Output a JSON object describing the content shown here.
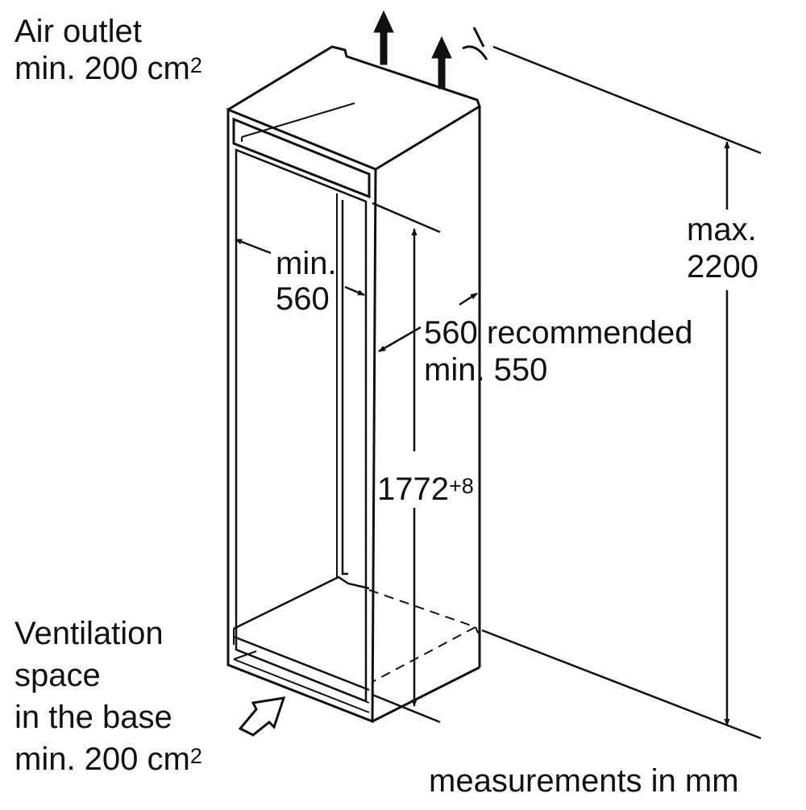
{
  "air_outlet": {
    "line1": "Air outlet",
    "line2": "min. 200 cm",
    "sup": "2"
  },
  "ventilation": {
    "line1": "Ventilation",
    "line2": "space",
    "line3": "in the base",
    "line4": "min. 200 cm",
    "sup": "2"
  },
  "dimensions": {
    "width_min_label": "min.",
    "width_min_value": "560",
    "depth_recommended": "560 recommended",
    "depth_min": "min. 550",
    "niche_height": "1772",
    "niche_height_tolerance": "+8",
    "max_height_label": "max.",
    "max_height_value": "2200"
  },
  "footer": {
    "units": "measurements in mm"
  },
  "colors": {
    "ink": "#111111",
    "background": "#ffffff"
  }
}
